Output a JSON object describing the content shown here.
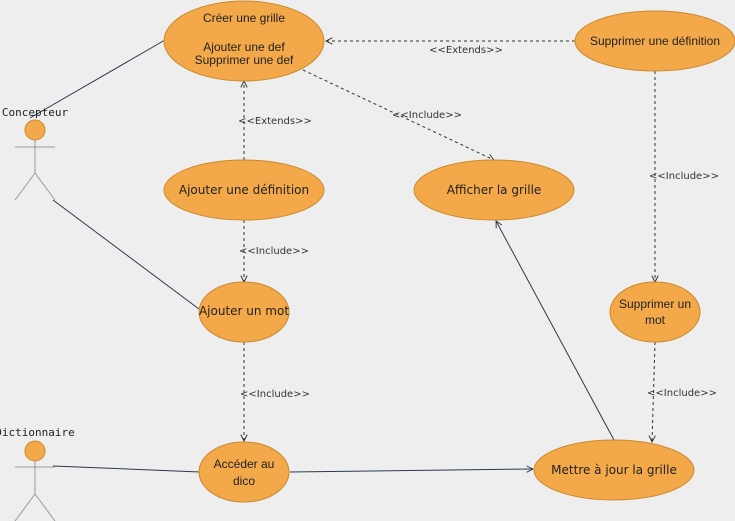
{
  "actors": [
    {
      "id": "concepteur",
      "label": "Concepteur"
    },
    {
      "id": "dictionnaire",
      "label": "Dictionnaire"
    }
  ],
  "use_cases": [
    {
      "id": "creer-grille",
      "lines": [
        "Créer une grille",
        "",
        "Ajouter une def",
        "Supprimer une def"
      ]
    },
    {
      "id": "supprimer-definition",
      "lines": [
        "Supprimer une définition"
      ]
    },
    {
      "id": "ajouter-definition",
      "lines": [
        "Ajouter une définition"
      ]
    },
    {
      "id": "afficher-grille",
      "lines": [
        "Afficher la grille"
      ]
    },
    {
      "id": "ajouter-mot",
      "lines": [
        "Ajouter un mot"
      ]
    },
    {
      "id": "supprimer-mot",
      "lines": [
        "Supprimer un",
        "mot"
      ]
    },
    {
      "id": "acceder-dico",
      "lines": [
        "Accéder au",
        "dico"
      ]
    },
    {
      "id": "mettre-a-jour",
      "lines": [
        "Mettre à jour la grille"
      ]
    }
  ],
  "relations": [
    {
      "id": "rel-extends-supprimer-def",
      "label": "<<Extends>>"
    },
    {
      "id": "rel-include-afficher",
      "label": "<<Include>>"
    },
    {
      "id": "rel-extends-ajouter-def",
      "label": "<<Extends>>"
    },
    {
      "id": "rel-include-ajouter-mot",
      "label": "<<Include>>"
    },
    {
      "id": "rel-include-supprimer-mot",
      "label": "<<Include>>"
    },
    {
      "id": "rel-include-acceder-dico",
      "label": "<<Include>>"
    },
    {
      "id": "rel-include-mettre-a-jour",
      "label": "<<Include>>"
    }
  ]
}
